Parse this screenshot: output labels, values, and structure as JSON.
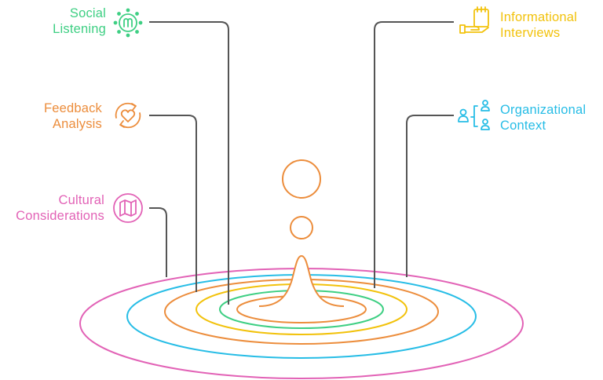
{
  "labels": {
    "social_listening": {
      "line1": "Social",
      "line2": "Listening",
      "icon": "social-listening-icon",
      "color": "#3ecf83"
    },
    "feedback_analysis": {
      "line1": "Feedback",
      "line2": "Analysis",
      "icon": "heart-refresh-icon",
      "color": "#ec8d3c"
    },
    "cultural_considerations": {
      "line1": "Cultural",
      "line2": "Considerations",
      "icon": "map-icon",
      "color": "#e262b6"
    },
    "informational_interviews": {
      "line1": "Informational",
      "line2": "Interviews",
      "icon": "notepad-hand-icon",
      "color": "#f2c20c"
    },
    "organizational_context": {
      "line1": "Organizational",
      "line2": "Context",
      "icon": "org-chart-icon",
      "color": "#27bde6"
    }
  },
  "colors": {
    "connector": "#555555",
    "drop": "#ec8d3c"
  }
}
